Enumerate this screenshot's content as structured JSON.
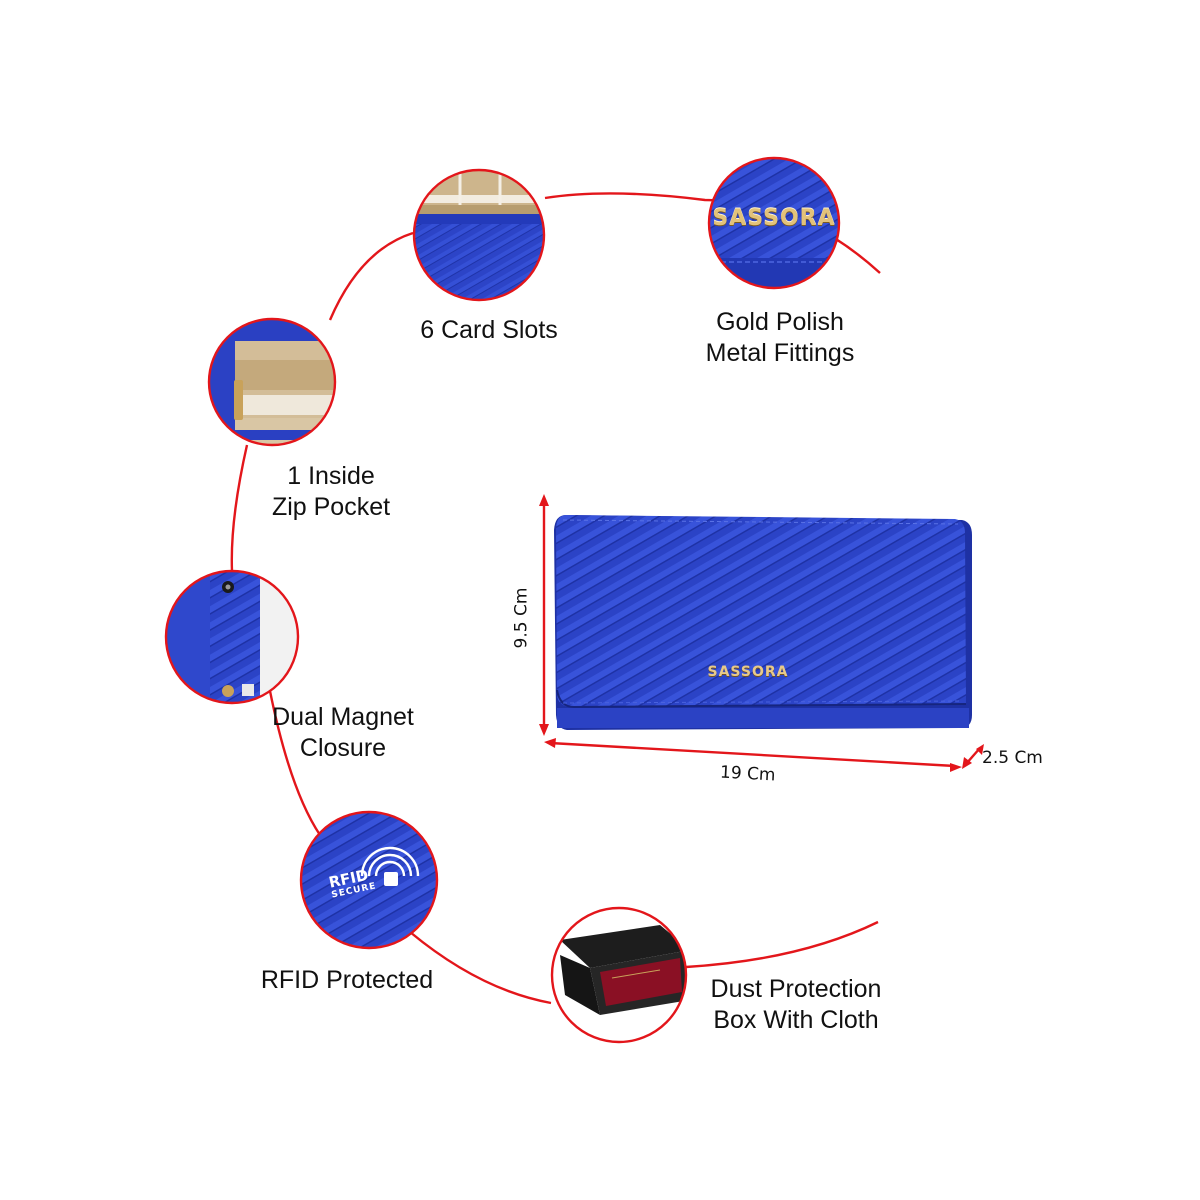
{
  "brand": {
    "logo_text": "SASSORA"
  },
  "features": [
    {
      "id": "card-slots",
      "lines": [
        "6 Card Slots"
      ]
    },
    {
      "id": "metal-fittings",
      "lines": [
        "Gold Polish",
        "Metal Fittings"
      ]
    },
    {
      "id": "zip-pocket",
      "lines": [
        "1 Inside",
        "Zip Pocket"
      ]
    },
    {
      "id": "magnet-closure",
      "lines": [
        "Dual Magnet",
        "Closure"
      ]
    },
    {
      "id": "rfid",
      "lines": [
        "RFID Protected"
      ]
    },
    {
      "id": "dust-box",
      "lines": [
        "Dust Protection",
        "Box With Cloth"
      ]
    }
  ],
  "rfid_badge": {
    "line1": "RFID",
    "line2": "SECURE"
  },
  "dimensions": {
    "height": "9.5 Cm",
    "width": "19 Cm",
    "depth": "2.5 Cm"
  },
  "colors": {
    "accent": "#e3161b",
    "wallet_blue": "#2d45c9",
    "wallet_dark": "#1d2f9e",
    "gold": "#c9a25a"
  }
}
